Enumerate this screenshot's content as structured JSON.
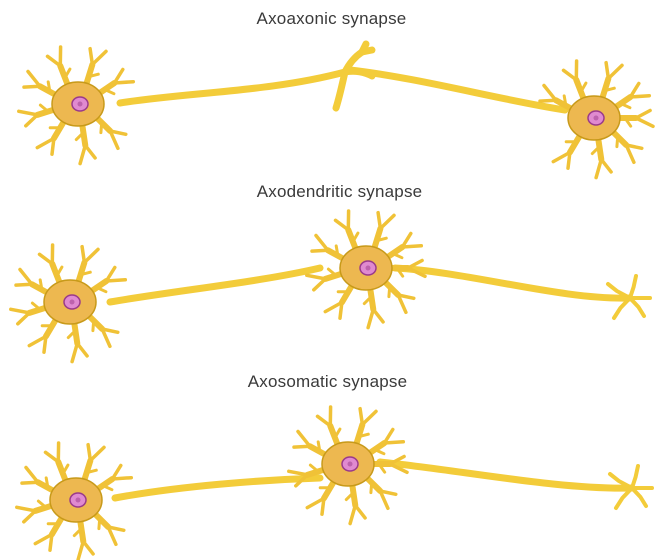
{
  "diagram": {
    "panels": [
      {
        "label": "Axoaxonic synapse"
      },
      {
        "label": "Axodendritic synapse"
      },
      {
        "label": "Axosomatic synapse"
      }
    ],
    "colors": {
      "background": "#ffffff",
      "neuron_fill": "#f0c237",
      "neuron_outline": "#c89a1a",
      "soma_fill": "#edb850",
      "nucleus_fill": "#e08ad0",
      "nucleus_outline": "#9a3a8a",
      "axon_fill": "#f3cc3a",
      "label_text": "#3a3a3a"
    }
  }
}
